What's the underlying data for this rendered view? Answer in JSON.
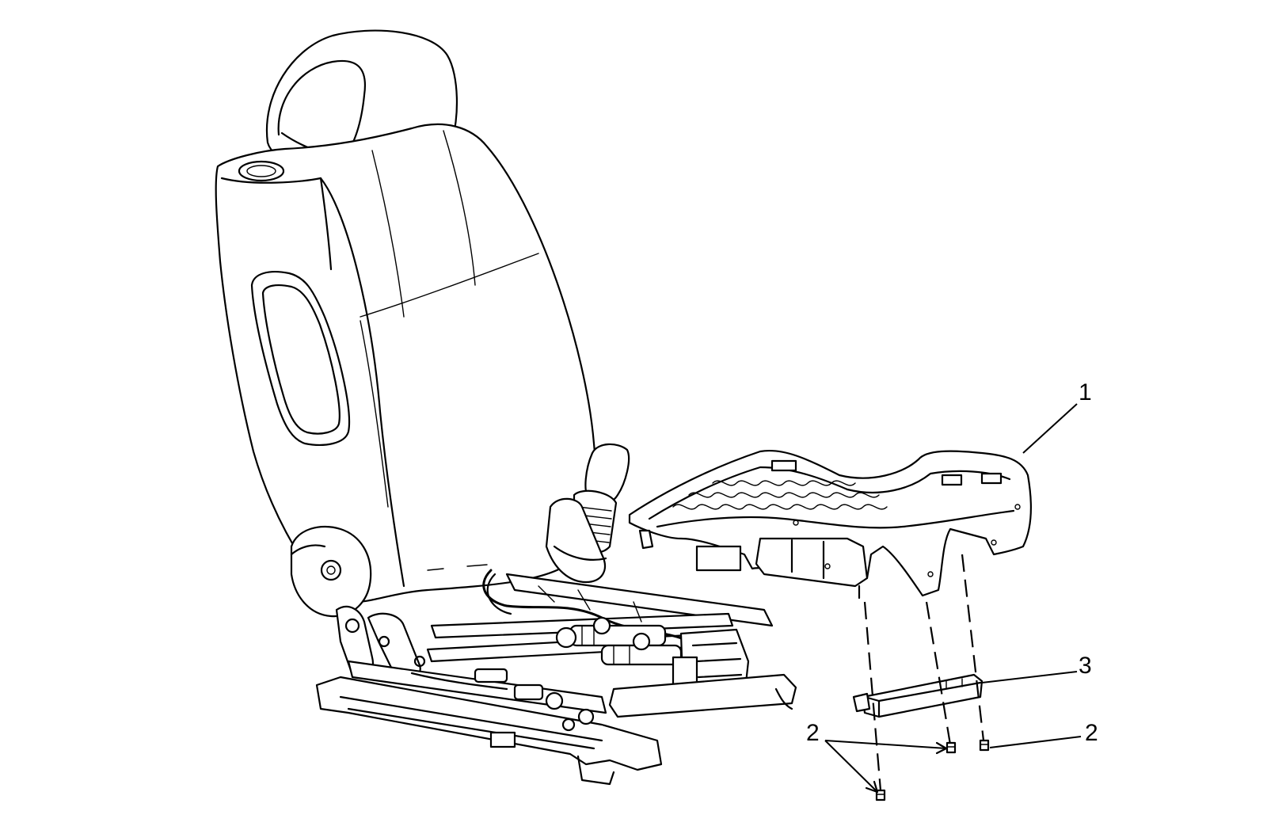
{
  "callouts": [
    {
      "id": "1",
      "label": "1"
    },
    {
      "id": "2a",
      "label": "2"
    },
    {
      "id": "2b",
      "label": "2"
    },
    {
      "id": "3",
      "label": "3"
    }
  ]
}
